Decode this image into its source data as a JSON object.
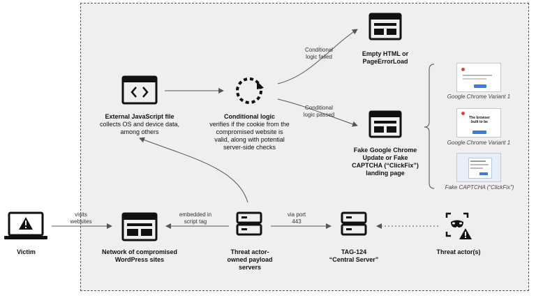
{
  "victim": {
    "label": "Victim"
  },
  "edges": {
    "visits": "visits\nwebsites",
    "embedded": "embedded in\nscript tag",
    "via_port": "via port\n443",
    "cond_failed": "Conditional\nlogic failed",
    "cond_passed": "Conditional\nlogic passed"
  },
  "nodes": {
    "js_file": {
      "title": "External JavaScript file",
      "desc": "collects OS and device data,\namong others"
    },
    "cond_logic": {
      "title": "Conditional logic",
      "desc": "verifies if the cookie from the\ncompromised website is\nvalid, along with potential\nserver-side checks"
    },
    "empty_html": {
      "title": "Empty HTML or\nPageErrorLoad"
    },
    "fake_update": {
      "title": "Fake Google Chrome\nUpdate or Fake\nCAPTCHA (“ClickFix”)\nlanding page"
    },
    "wordpress": {
      "title": "Network of compromised\nWordPress sites"
    },
    "payload": {
      "title": "Threat actor-\nowned payload\nservers"
    },
    "tag124": {
      "title": "TAG-124\n“Central Server”"
    },
    "actor": {
      "title": "Threat actor(s)"
    }
  },
  "variants": [
    {
      "caption": "Google Chrome Variant 1"
    },
    {
      "caption": "Google Chrome Variant 1",
      "thumb_text": "The browser\nbuilt to be"
    },
    {
      "caption": "Fake CAPTCHA (“ClickFix”)"
    }
  ],
  "colors": {
    "frame_bg": "#efefef",
    "icon": "#111111",
    "accent_blue": "#3b7ddd"
  }
}
